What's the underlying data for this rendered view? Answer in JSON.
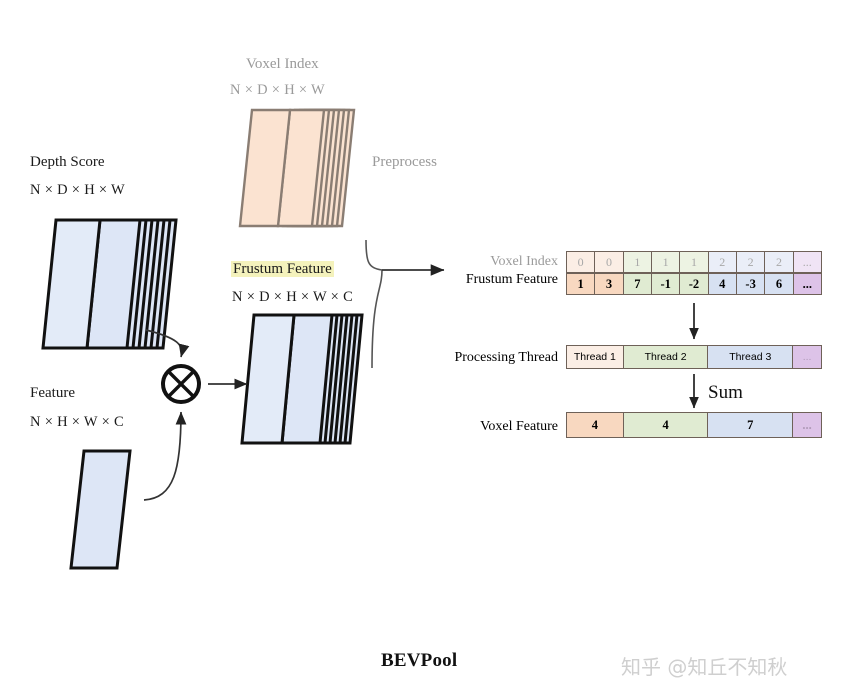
{
  "caption": "BEVPool",
  "watermark": "知乎 @知丘不知秋",
  "blocks": {
    "depth_score": {
      "title": "Depth Score",
      "dims": "N × D × H × W"
    },
    "feature": {
      "title": "Feature",
      "dims": "N × H × W × C"
    },
    "voxel_index": {
      "title": "Voxel Index",
      "dims": "N × D × H × W"
    },
    "frustum_feature": {
      "title": "Frustum Feature",
      "dims": "N × D × H × W × C"
    }
  },
  "preprocess_label": "Preprocess",
  "multiply_icon": "circled-times",
  "sum_label": "Sum",
  "table": {
    "voxel_index_label": "Voxel Index",
    "frustum_feature_label": "Frustum Feature",
    "processing_thread_label": "Processing Thread",
    "voxel_feature_label": "Voxel Feature",
    "voxel_index_cells": [
      "0",
      "0",
      "1",
      "1",
      "1",
      "2",
      "2",
      "2",
      "..."
    ],
    "frustum_feature_cells": [
      "1",
      "3",
      "7",
      "-1",
      "-2",
      "4",
      "-3",
      "6",
      "..."
    ],
    "threads": [
      {
        "label": "Thread 1",
        "span": 2
      },
      {
        "label": "Thread 2",
        "span": 3
      },
      {
        "label": "Thread 3",
        "span": 3
      },
      {
        "label": "...",
        "span": 1
      }
    ],
    "voxel_feature": [
      {
        "label": "4",
        "span": 2
      },
      {
        "label": "4",
        "span": 3
      },
      {
        "label": "7",
        "span": 3
      },
      {
        "label": "...",
        "span": 1
      }
    ]
  },
  "colors": {
    "peach_light": "#fbeee5",
    "peach": "#f8d8c0",
    "green_light": "#edf3e3",
    "green": "#e0ebd2",
    "blue_light": "#eaeef8",
    "blue": "#d7e1f2",
    "purple_light": "#f0e4f5",
    "purple": "#ddc3e8",
    "slab_blue": "#dde6f6",
    "slab_peach": "#fbe3d1",
    "border_dark": "#6e6158",
    "highlight_yellow": "#f4f2bc"
  }
}
